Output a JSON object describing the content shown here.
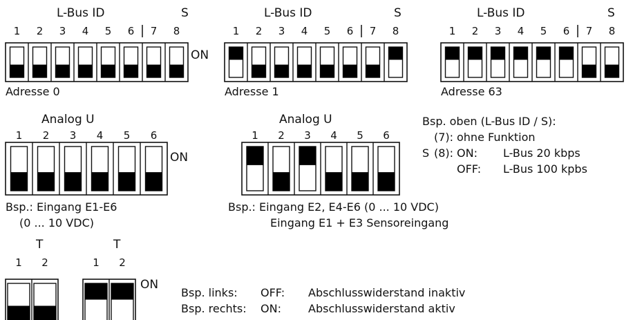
{
  "on_label": "ON",
  "blocks": [
    {
      "title": "L-Bus ID",
      "s_label": "S",
      "numbers": [
        "1",
        "2",
        "3",
        "4",
        "5",
        "6",
        "7",
        "8"
      ],
      "states": [
        0,
        0,
        0,
        0,
        0,
        0,
        0,
        0
      ],
      "caption": [
        "Adresse 0"
      ],
      "show_on": true
    },
    {
      "title": "L-Bus ID",
      "s_label": "S",
      "numbers": [
        "1",
        "2",
        "3",
        "4",
        "5",
        "6",
        "7",
        "8"
      ],
      "states": [
        1,
        0,
        0,
        0,
        0,
        0,
        0,
        1
      ],
      "caption": [
        "Adresse 1"
      ],
      "show_on": false
    },
    {
      "title": "L-Bus ID",
      "s_label": "S",
      "numbers": [
        "1",
        "2",
        "3",
        "4",
        "5",
        "6",
        "7",
        "8"
      ],
      "states": [
        1,
        1,
        1,
        1,
        1,
        1,
        0,
        0
      ],
      "caption": [
        "Adresse 63"
      ],
      "show_on": false
    },
    {
      "title": "Analog U",
      "numbers": [
        "1",
        "2",
        "3",
        "4",
        "5",
        "6"
      ],
      "states": [
        0,
        0,
        0,
        0,
        0,
        0
      ],
      "caption": [
        "Bsp.: Eingang E1-E6",
        "(0 ... 10 VDC)"
      ],
      "show_on": true
    },
    {
      "title": "Analog U",
      "numbers": [
        "1",
        "2",
        "3",
        "4",
        "5",
        "6"
      ],
      "states": [
        1,
        0,
        1,
        0,
        0,
        0
      ],
      "caption": [
        "Bsp.: Eingang E2, E4-E6 (0 ... 10 VDC)",
        "Eingang E1 + E3 Sensoreingang"
      ],
      "show_on": false
    },
    {
      "title": "T",
      "numbers": [
        "1",
        "2"
      ],
      "states": [
        0,
        0
      ],
      "caption": [],
      "show_on": false
    },
    {
      "title": "T",
      "numbers": [
        "1",
        "2"
      ],
      "states": [
        1,
        1
      ],
      "caption": [],
      "show_on": true
    }
  ],
  "legend": {
    "header": "Bsp. oben (L-Bus ID / S):",
    "row7_num": "(7):",
    "row7_text": "ohne Funktion",
    "row8_s": "S",
    "row8_num": "(8):",
    "row8_on": "ON:",
    "row8_on_text": "L-Bus 20 kbps",
    "row8_off": "OFF:",
    "row8_off_text": "L-Bus 100 kpbs"
  },
  "term_notes": {
    "left_label": "Bsp. links:",
    "left_state": "OFF:",
    "left_text": "Abschlusswiderstand inaktiv",
    "right_label": "Bsp. rechts:",
    "right_state": "ON:",
    "right_text": "Abschlusswiderstand aktiv"
  }
}
